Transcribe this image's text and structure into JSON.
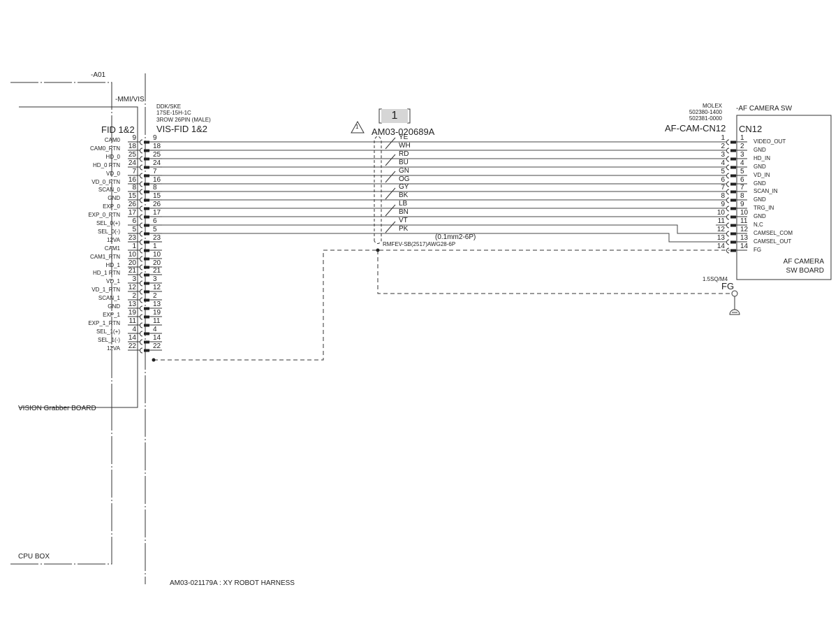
{
  "labels": {
    "a01": "-A01",
    "mmi_vis": "-MMI/VIS",
    "vision_board": "VISION Grabber BOARD",
    "cpu_box": "CPU BOX",
    "harness_title": "AM03-021179A : XY ROBOT HARNESS",
    "af_camera_sw": "-AF CAMERA SW",
    "af_board_line1": "AF CAMERA",
    "af_board_line2": "SW BOARD"
  },
  "left_connector": {
    "header": "FID 1&2",
    "mate_name": "VIS-FID 1&2",
    "vendor": "DDK/SKE",
    "part": "17SE-15H-1C",
    "spec": "3ROW 26PIN (MALE)",
    "pins": [
      {
        "signal": "CAM0",
        "pin": "9"
      },
      {
        "signal": "CAM0_RTN",
        "pin": "18"
      },
      {
        "signal": "HD_0",
        "pin": "25"
      },
      {
        "signal": "HD_0 RTN",
        "pin": "24"
      },
      {
        "signal": "VD_0",
        "pin": "7"
      },
      {
        "signal": "VD_0_RTN",
        "pin": "16"
      },
      {
        "signal": "SCAN_0",
        "pin": "8"
      },
      {
        "signal": "GND",
        "pin": "15"
      },
      {
        "signal": "EXP_0",
        "pin": "26"
      },
      {
        "signal": "EXP_0_RTN",
        "pin": "17"
      },
      {
        "signal": "SEL_0(+)",
        "pin": "6"
      },
      {
        "signal": "SEL_0(-)",
        "pin": "5"
      },
      {
        "signal": "12VA",
        "pin": "23"
      },
      {
        "signal": "CAM1",
        "pin": "1"
      },
      {
        "signal": "CAM1_RTN",
        "pin": "10"
      },
      {
        "signal": "HD_1",
        "pin": "20"
      },
      {
        "signal": "HD_1 RTN",
        "pin": "21"
      },
      {
        "signal": "VD_1",
        "pin": "3"
      },
      {
        "signal": "VD_1_RTN",
        "pin": "12"
      },
      {
        "signal": "SCAN_1",
        "pin": "2"
      },
      {
        "signal": "GND",
        "pin": "13"
      },
      {
        "signal": "EXP_1",
        "pin": "19"
      },
      {
        "signal": "EXP_1_RTN",
        "pin": "11"
      },
      {
        "signal": "SEL_1(+)",
        "pin": "4"
      },
      {
        "signal": "SEL_1(-)",
        "pin": "14"
      },
      {
        "signal": "12VA",
        "pin": "22"
      }
    ]
  },
  "cable": {
    "revision_badge": "1",
    "warning_mark": "1",
    "part_number": "AM03-020689A",
    "wire_colors": [
      "YE",
      "WH",
      "RD",
      "BU",
      "GN",
      "OG",
      "GY",
      "BK",
      "LB",
      "BN",
      "VT",
      "PK"
    ],
    "size": "(0.1mm2-6P)",
    "spec": "RMFEV-SB(2517)AWG28-6P"
  },
  "right_connector": {
    "name": "AF-CAM-CN12",
    "vendor": "MOLEX",
    "part1": "502380-1400",
    "part2": "502381-0000",
    "header": "CN12",
    "pins": [
      {
        "pin": "1",
        "signal": "VIDEO_OUT"
      },
      {
        "pin": "2",
        "signal": "GND"
      },
      {
        "pin": "3",
        "signal": "HD_IN"
      },
      {
        "pin": "4",
        "signal": "GND"
      },
      {
        "pin": "5",
        "signal": "VD_IN"
      },
      {
        "pin": "6",
        "signal": "GND"
      },
      {
        "pin": "7",
        "signal": "SCAN_IN"
      },
      {
        "pin": "8",
        "signal": "GND"
      },
      {
        "pin": "9",
        "signal": "TRG_IN"
      },
      {
        "pin": "10",
        "signal": "GND"
      },
      {
        "pin": "11",
        "signal": "N,C"
      },
      {
        "pin": "12",
        "signal": "CAMSEL_COM"
      },
      {
        "pin": "13",
        "signal": "CAMSEL_OUT"
      },
      {
        "pin": "14",
        "signal": "FG"
      }
    ]
  },
  "ground": {
    "wire_spec": "1.5SQ/M4",
    "label": "FG"
  },
  "colors": {
    "line": "#333333",
    "badge_fill": "#d6d6d6",
    "background": "#ffffff"
  }
}
